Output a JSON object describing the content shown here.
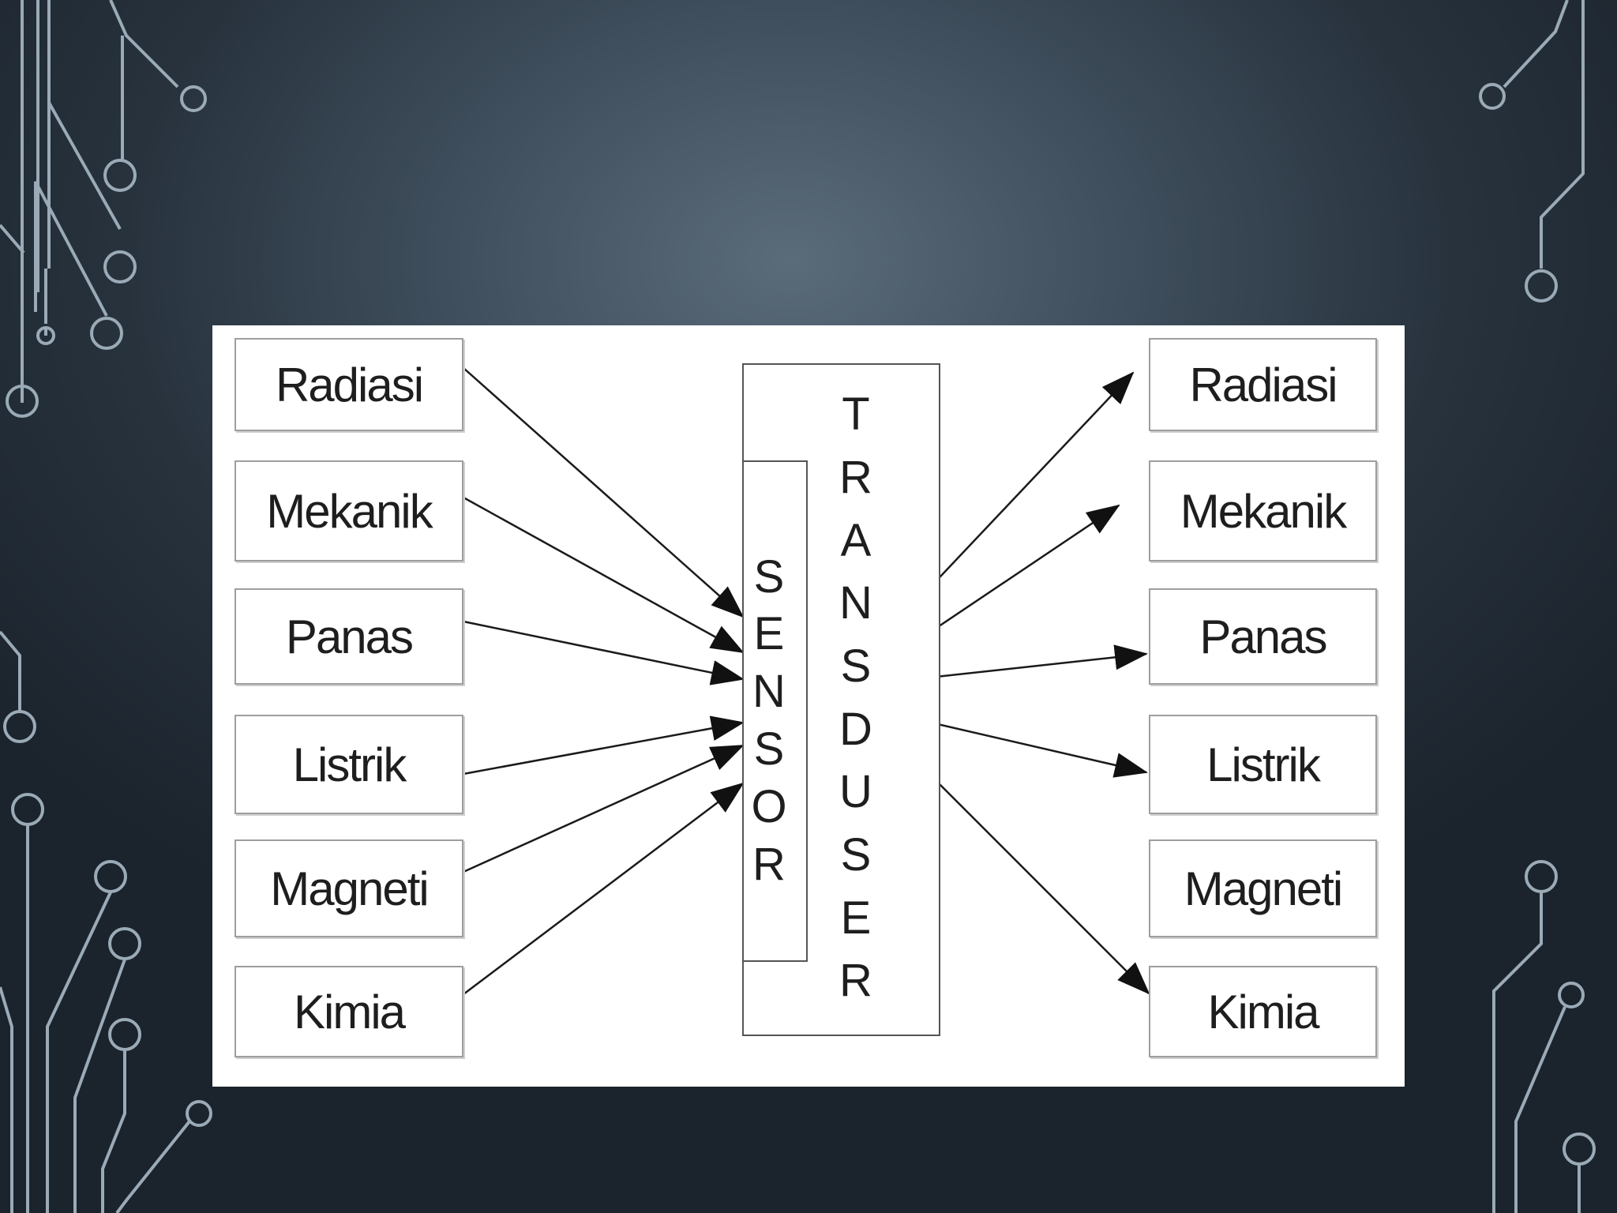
{
  "diagram": {
    "inputs": [
      "Radiasi",
      "Mekanik",
      "Panas",
      "Listrik",
      "Magneti",
      "Kimia"
    ],
    "outputs": [
      "Radiasi",
      "Mekanik",
      "Panas",
      "Listrik",
      "Magneti",
      "Kimia"
    ],
    "sensor_letters": [
      "S",
      "E",
      "N",
      "S",
      "O",
      "R"
    ],
    "transducer_letters": [
      "T",
      "R",
      "A",
      "N",
      "S",
      "D",
      "U",
      "S",
      "E",
      "R"
    ]
  }
}
